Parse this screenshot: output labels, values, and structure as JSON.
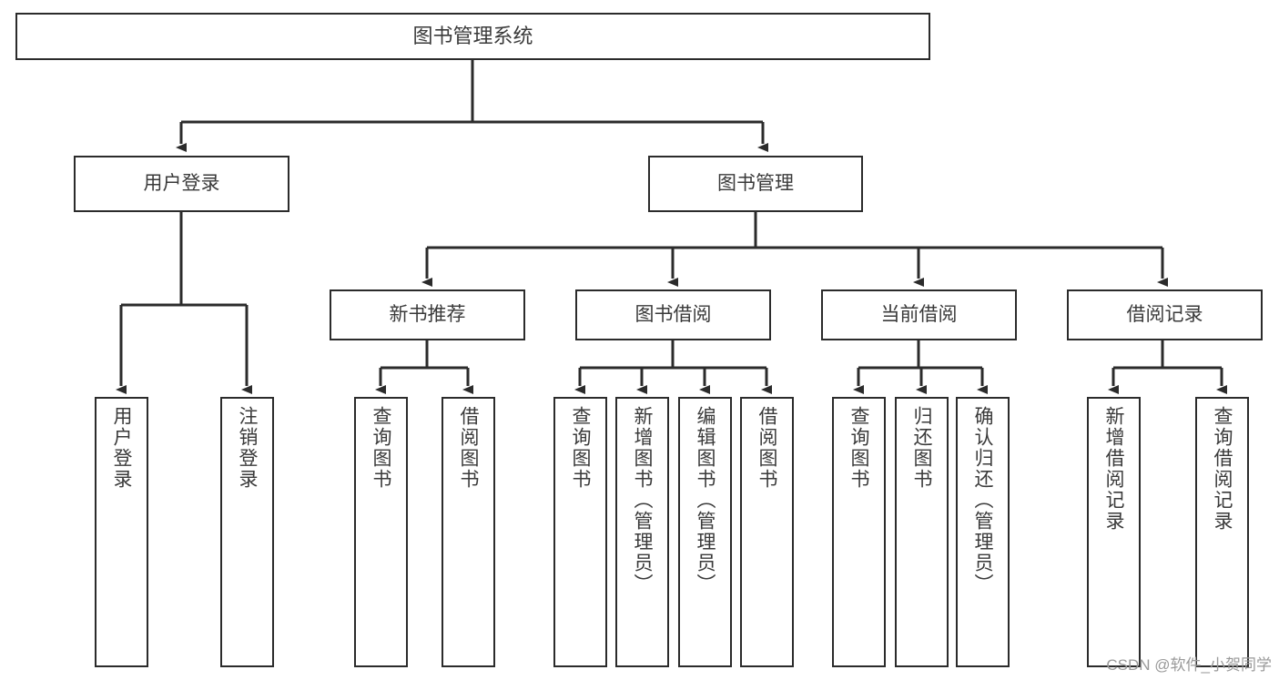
{
  "diagram": {
    "type": "tree-hierarchy-flowchart",
    "title": "图书管理系统",
    "colors": {
      "background": "#ffffff",
      "box_border": "#2b2b2b",
      "box_fill": "#ffffff",
      "text": "#3a3a3a",
      "edge": "#2b2b2b",
      "watermark": "#9a9a9a"
    },
    "root": {
      "id": "root",
      "label": "图书管理系统",
      "orientation": "horizontal"
    },
    "level2": [
      {
        "id": "user-login",
        "label": "用户登录",
        "orientation": "horizontal"
      },
      {
        "id": "book-management",
        "label": "图书管理",
        "orientation": "horizontal"
      }
    ],
    "level3": [
      {
        "id": "new-book-recommend",
        "label": "新书推荐",
        "orientation": "horizontal",
        "parent": "book-management"
      },
      {
        "id": "book-borrow",
        "label": "图书借阅",
        "orientation": "horizontal",
        "parent": "book-management"
      },
      {
        "id": "current-borrow",
        "label": "当前借阅",
        "orientation": "horizontal",
        "parent": "book-management"
      },
      {
        "id": "borrow-record",
        "label": "借阅记录",
        "orientation": "horizontal",
        "parent": "book-management"
      }
    ],
    "leaves": [
      {
        "id": "leaf-user-login",
        "label": "用户登录",
        "orientation": "vertical",
        "parent": "user-login"
      },
      {
        "id": "leaf-user-logout",
        "label": "注销登录",
        "orientation": "vertical",
        "parent": "user-login"
      },
      {
        "id": "leaf-query-book-1",
        "label": "查询图书",
        "orientation": "vertical",
        "parent": "new-book-recommend"
      },
      {
        "id": "leaf-borrow-book-1",
        "label": "借阅图书",
        "orientation": "vertical",
        "parent": "new-book-recommend"
      },
      {
        "id": "leaf-query-book-2",
        "label": "查询图书",
        "orientation": "vertical",
        "parent": "book-borrow"
      },
      {
        "id": "leaf-add-book",
        "label": "新增图书（管理员）",
        "orientation": "vertical",
        "parent": "book-borrow"
      },
      {
        "id": "leaf-edit-book",
        "label": "编辑图书（管理员）",
        "orientation": "vertical",
        "parent": "book-borrow"
      },
      {
        "id": "leaf-borrow-book-2",
        "label": "借阅图书",
        "orientation": "vertical",
        "parent": "book-borrow"
      },
      {
        "id": "leaf-query-book-3",
        "label": "查询图书",
        "orientation": "vertical",
        "parent": "current-borrow"
      },
      {
        "id": "leaf-return-book",
        "label": "归还图书",
        "orientation": "vertical",
        "parent": "current-borrow"
      },
      {
        "id": "leaf-confirm-return",
        "label": "确认归还（管理员）",
        "orientation": "vertical",
        "parent": "current-borrow"
      },
      {
        "id": "leaf-add-record",
        "label": "新增借阅记录",
        "orientation": "vertical",
        "parent": "borrow-record"
      },
      {
        "id": "leaf-query-record",
        "label": "查询借阅记录",
        "orientation": "vertical",
        "parent": "borrow-record"
      }
    ],
    "watermark": "CSDN @软件_小贺同学"
  }
}
